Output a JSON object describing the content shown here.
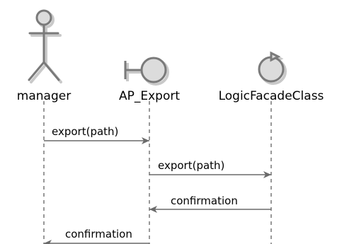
{
  "diagram": {
    "participants": [
      {
        "id": "manager",
        "label": "manager",
        "kind": "actor"
      },
      {
        "id": "ap_export",
        "label": "AP_Export",
        "kind": "boundary"
      },
      {
        "id": "logic",
        "label": "LogicFacadeClass",
        "kind": "control"
      }
    ],
    "messages": [
      {
        "from": "manager",
        "to": "ap_export",
        "label": "export(path)"
      },
      {
        "from": "ap_export",
        "to": "logic",
        "label": "export(path)"
      },
      {
        "from": "logic",
        "to": "ap_export",
        "label": "confirmation"
      },
      {
        "from": "ap_export",
        "to": "manager",
        "label": "confirmation"
      }
    ],
    "colors": {
      "lifeline": "#555555",
      "arrow": "#6a6a6a",
      "symbol_fill": "#dcdcdc",
      "symbol_stroke": "#7a7a7a",
      "shadow": "#c9c9c9"
    }
  }
}
